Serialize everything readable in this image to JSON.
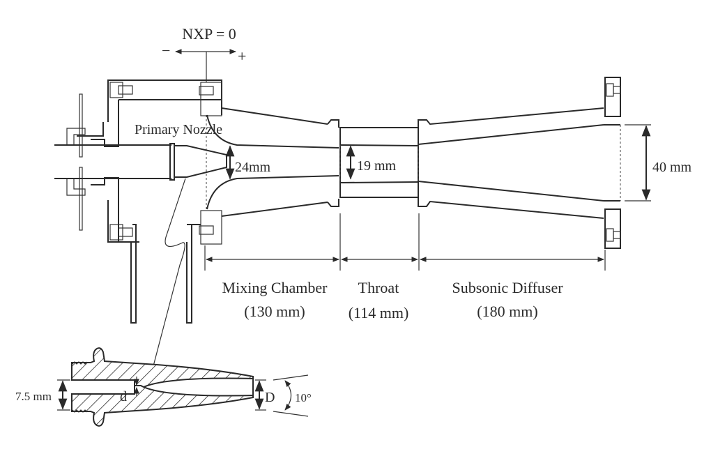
{
  "diagram": {
    "reference": {
      "label": "NXP = 0",
      "minus": "−",
      "plus": "+"
    },
    "primary_nozzle_label": "Primary Nozzle",
    "dimensions": {
      "mixing_inlet": "24mm",
      "throat_diameter": "19 mm",
      "diffuser_outlet": "40 mm"
    },
    "sections": [
      {
        "name": "Mixing Chamber",
        "length": "(130 mm)"
      },
      {
        "name": "Throat",
        "length": "(114 mm)"
      },
      {
        "name": "Subsonic Diffuser",
        "length": "(180 mm)"
      }
    ],
    "nozzle_detail": {
      "inlet_diameter": "7.5 mm",
      "throat_label": "d",
      "exit_label": "D",
      "divergence_angle": "10°"
    }
  }
}
